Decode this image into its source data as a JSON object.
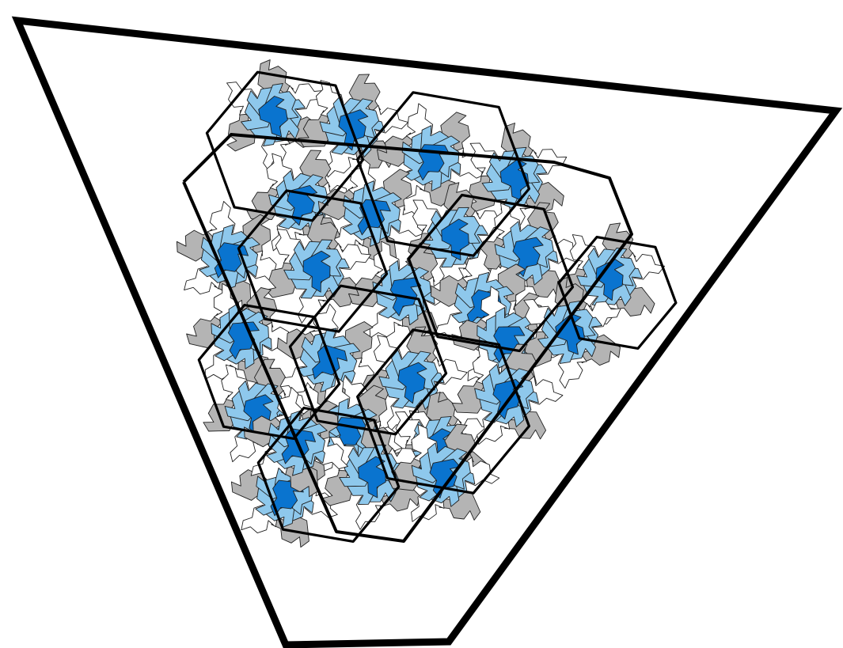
{
  "figure": {
    "description_text": "",
    "colors": {
      "background": "#ffffff",
      "frame_stroke": "#000000",
      "tile_dark_blue": "#0a74cf",
      "tile_light_blue": "#8ec8ec",
      "tile_gray": "#b4b4b4",
      "tile_white": "#ffffff",
      "tile_outline": "#1f1f1f"
    },
    "elements": {
      "outer_frame": "large-triangle-frame",
      "supertiles": "hexagonal-supertile-outlines",
      "tiles": "aperiodic-hat-tiles"
    }
  }
}
